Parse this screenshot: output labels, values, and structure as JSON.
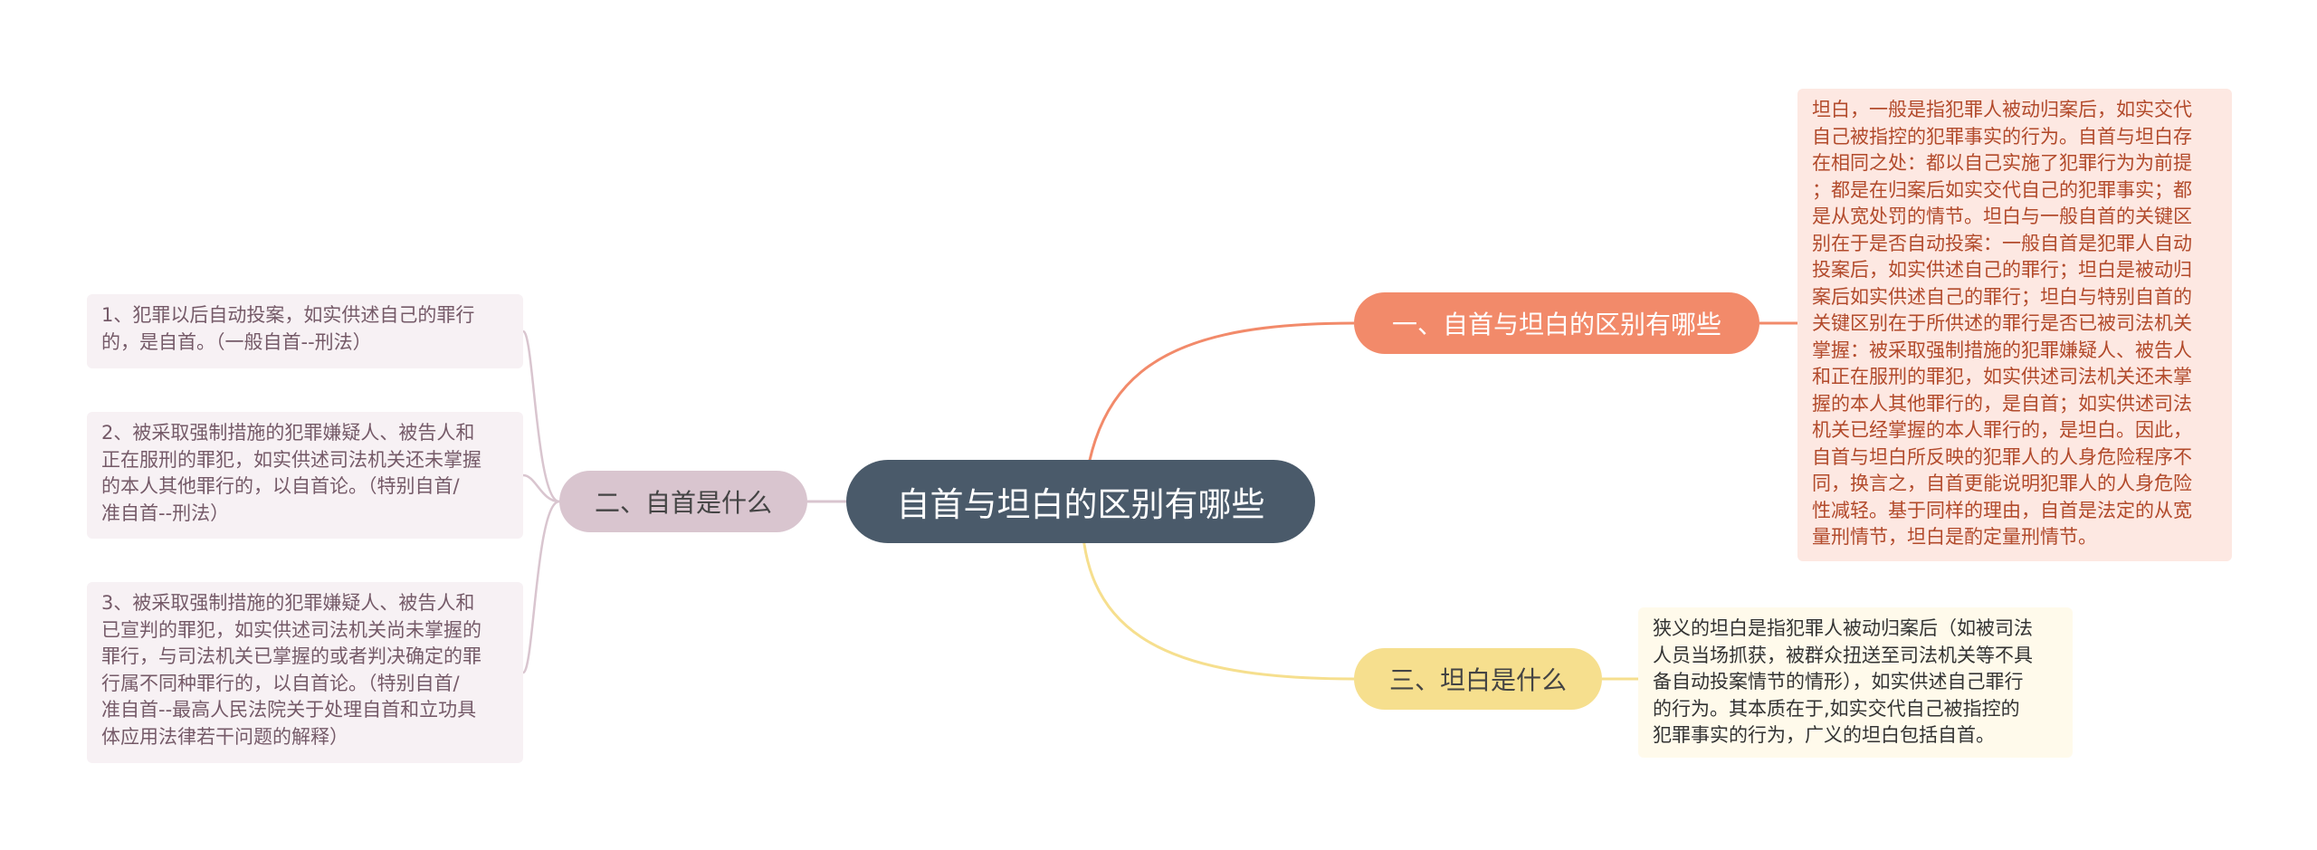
{
  "colors": {
    "root": "#4a5a6a",
    "branch_1": "#f28a6a",
    "branch_2": "#d9c5cf",
    "branch_3": "#f6df8e",
    "leaf_1_bg": "#fde8e2",
    "leaf_1_text": "#b24a2b",
    "leaf_2_bg": "#f7f1f4",
    "leaf_2_text": "#755a68",
    "leaf_3_bg": "#fffaeb"
  },
  "root": {
    "label": "自首与坦白的区别有哪些"
  },
  "branches": [
    {
      "label": "一、自首与坦白的区别有哪些",
      "leaves": [
        "坦白，一般是指犯罪人被动归案后，如实交代\n自己被指控的犯罪事实的行为。自首与坦白存\n在相同之处：都以自己实施了犯罪行为为前提\n；都是在归案后如实交代自己的犯罪事实；都\n是从宽处罚的情节。坦白与一般自首的关键区\n别在于是否自动投案：一般自首是犯罪人自动\n投案后，如实供述自己的罪行；坦白是被动归\n案后如实供述自己的罪行；坦白与特别自首的\n关键区别在于所供述的罪行是否已被司法机关\n掌握：被采取强制措施的犯罪嫌疑人、被告人\n和正在服刑的罪犯，如实供述司法机关还未掌\n握的本人其他罪行的，是自首；如实供述司法\n机关已经掌握的本人罪行的，是坦白。因此，\n自首与坦白所反映的犯罪人的人身危险程序不\n同，换言之，自首更能说明犯罪人的人身危险\n性减轻。基于同样的理由，自首是法定的从宽\n量刑情节，坦白是酌定量刑情节。"
      ]
    },
    {
      "label": "二、自首是什么",
      "leaves": [
        "1、犯罪以后自动投案，如实供述自己的罪行\n的，是自首。（一般自首--刑法）",
        "2、被采取强制措施的犯罪嫌疑人、被告人和\n正在服刑的罪犯，如实供述司法机关还未掌握\n的本人其他罪行的，以自首论。（特别自首/\n准自首--刑法）",
        "3、被采取强制措施的犯罪嫌疑人、被告人和\n已宣判的罪犯，如实供述司法机关尚未掌握的\n罪行，与司法机关已掌握的或者判决确定的罪\n行属不同种罪行的，以自首论。（特别自首/\n准自首--最高人民法院关于处理自首和立功具\n体应用法律若干问题的解释）"
      ]
    },
    {
      "label": "三、坦白是什么",
      "leaves": [
        "狭义的坦白是指犯罪人被动归案后（如被司法\n人员当场抓获，被群众扭送至司法机关等不具\n备自动投案情节的情形），如实供述自己罪行\n的行为。其本质在于,如实交代自己被指控的\n犯罪事实的行为，广义的坦白包括自首。"
      ]
    }
  ]
}
